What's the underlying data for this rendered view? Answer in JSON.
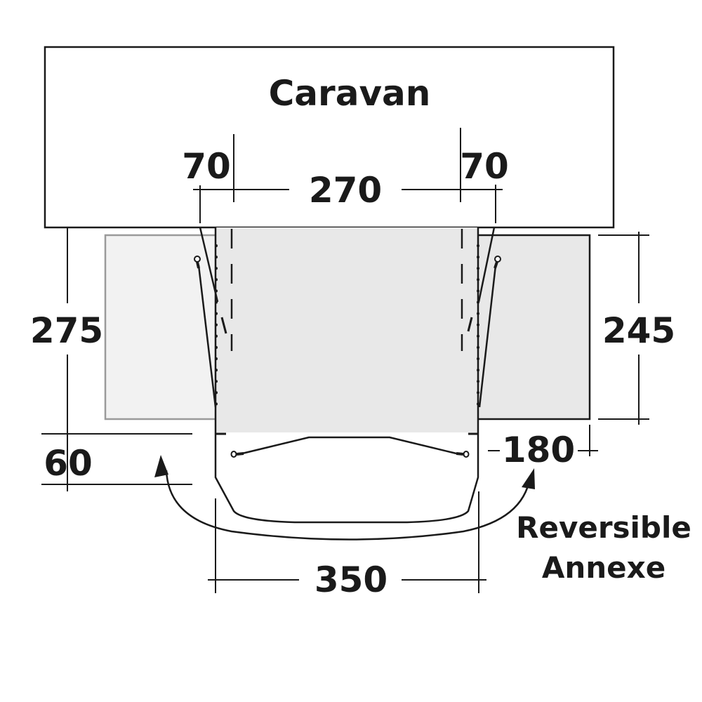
{
  "diagram": {
    "type": "floor-plan",
    "caravan_label": "Caravan",
    "annexe_label_line1": "Reversible",
    "annexe_label_line2": "Annexe",
    "colors": {
      "line": "#1a1a1a",
      "awning_fill": "#e8e8e8",
      "left_annexe_fill": "#f2f2f2",
      "left_annexe_border": "#9a9a9a",
      "background": "#ffffff"
    },
    "dimensions": {
      "side_left_top": "70",
      "center_width": "270",
      "side_right_top": "70",
      "depth_left": "275",
      "depth_right": "245",
      "porch_depth": "60",
      "annexe_depth": "180",
      "bottom_width": "350"
    }
  }
}
